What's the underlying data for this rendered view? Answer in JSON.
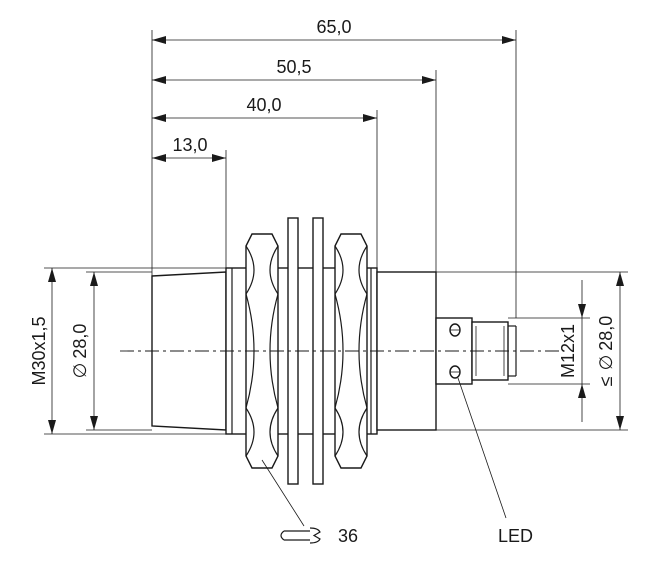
{
  "dimensions": {
    "overall_length": "65,0",
    "housing_length": "50,5",
    "thread_length": "40,0",
    "face_length": "13,0",
    "thread_size": "M30x1,5",
    "face_diameter": "28,0",
    "connector_thread": "M12x1",
    "nut_envelope_diameter": "28,0",
    "diameter_symbol": "∅",
    "less_equal_symbol": "≤"
  },
  "callouts": {
    "wrench_size": "36",
    "led": "LED"
  },
  "icons": {
    "wrench": "wrench-icon"
  }
}
